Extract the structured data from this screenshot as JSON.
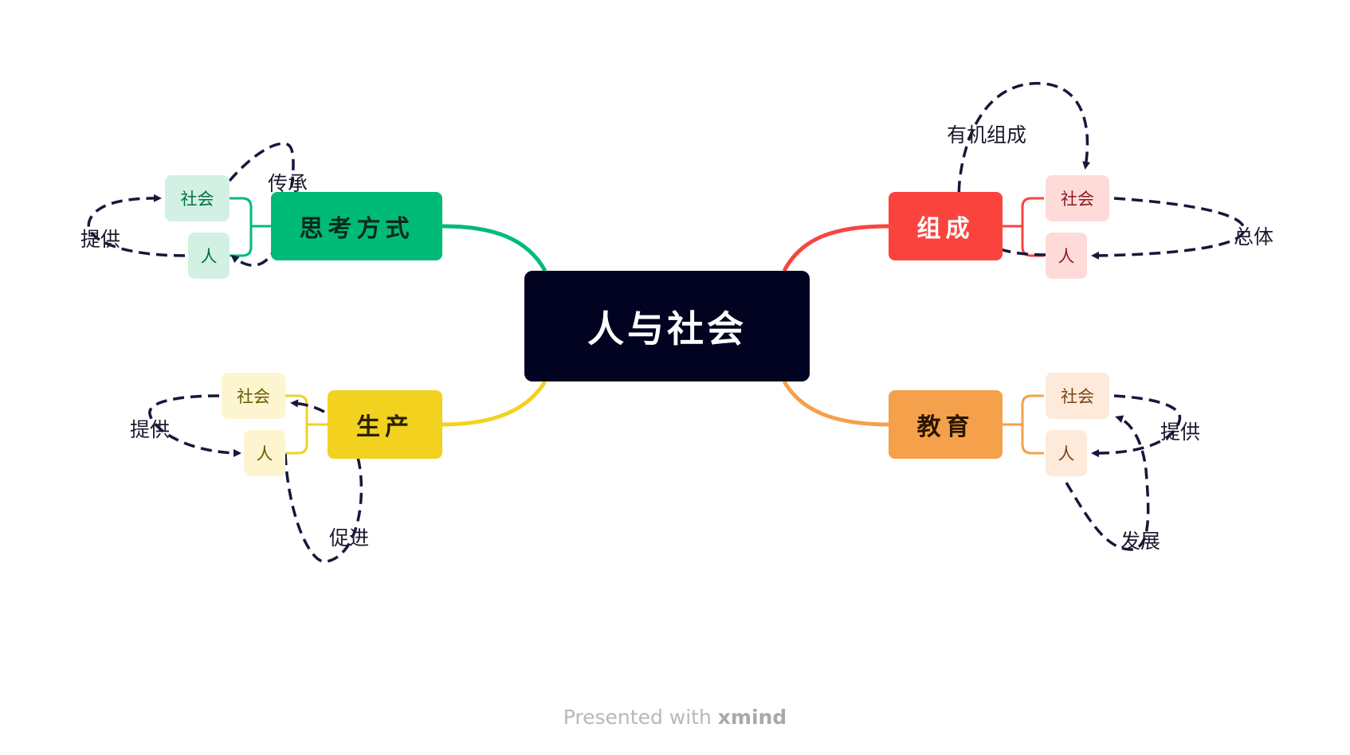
{
  "center": "人与社会",
  "branches": {
    "thinking": {
      "title": "思考方式",
      "sub1": "社会",
      "sub2": "人",
      "color": "#00bb77"
    },
    "production": {
      "title": "生产",
      "sub1": "社会",
      "sub2": "人",
      "color": "#f2d21f"
    },
    "composition": {
      "title": "组成",
      "sub1": "社会",
      "sub2": "人",
      "color": "#fb433e"
    },
    "education": {
      "title": "教育",
      "sub1": "社会",
      "sub2": "人",
      "color": "#f5a04a"
    }
  },
  "relations": {
    "thinking_provide": "提供",
    "thinking_inherit": "传承",
    "production_provide": "提供",
    "production_promote": "促进",
    "composition_organic": "有机组成",
    "composition_whole": "总体",
    "education_provide": "提供",
    "education_develop": "发展"
  },
  "footer": {
    "text": "Presented with ",
    "brand": "xmind"
  }
}
